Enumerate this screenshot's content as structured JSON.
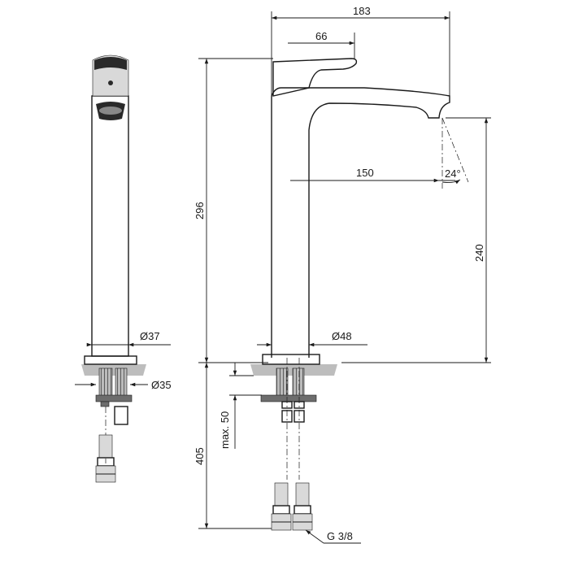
{
  "dimensions": {
    "overall_width": "183",
    "handle_offset": "66",
    "spout_reach": "150",
    "spray_angle": "24°",
    "total_height": "296",
    "spout_height": "240",
    "side_body_diameter": "Ø37",
    "front_base_diameter": "Ø48",
    "mount_hole_diameter": "Ø35",
    "max_countertop": "max. 50",
    "hose_length": "405",
    "connection_thread": "G 3/8"
  }
}
